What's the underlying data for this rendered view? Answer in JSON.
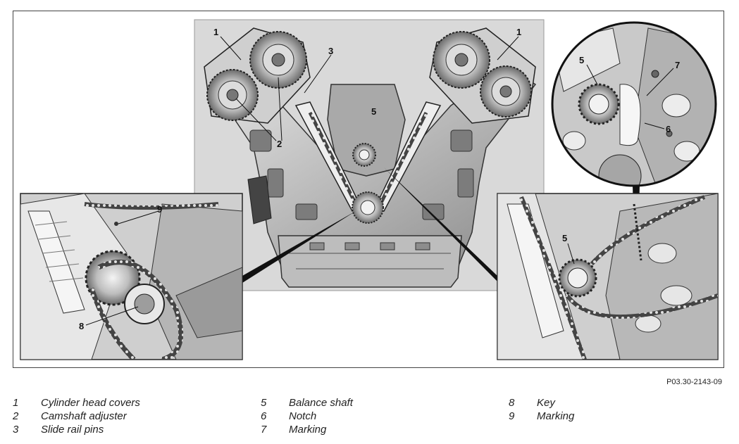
{
  "figure_code": "P03.30-2143-09",
  "callouts": {
    "main_1_left": "1",
    "main_1_right": "1",
    "main_2": "2",
    "main_3": "3",
    "main_5": "5",
    "inset_left_9": "9",
    "inset_left_8": "8",
    "inset_right_5": "5",
    "inset_circle_5": "5",
    "inset_circle_7": "7",
    "inset_circle_6": "6"
  },
  "legend": [
    {
      "num": "1",
      "label": "Cylinder head covers"
    },
    {
      "num": "2",
      "label": "Camshaft adjuster"
    },
    {
      "num": "3",
      "label": "Slide rail pins"
    },
    {
      "num": "5",
      "label": "Balance shaft"
    },
    {
      "num": "6",
      "label": "Notch"
    },
    {
      "num": "7",
      "label": "Marking"
    },
    {
      "num": "8",
      "label": "Key"
    },
    {
      "num": "9",
      "label": "Marking"
    }
  ],
  "colors": {
    "panel_bg": "#d9d9d9",
    "metal_light": "#c8c8c8",
    "metal_dark": "#555555",
    "line": "#111111"
  }
}
